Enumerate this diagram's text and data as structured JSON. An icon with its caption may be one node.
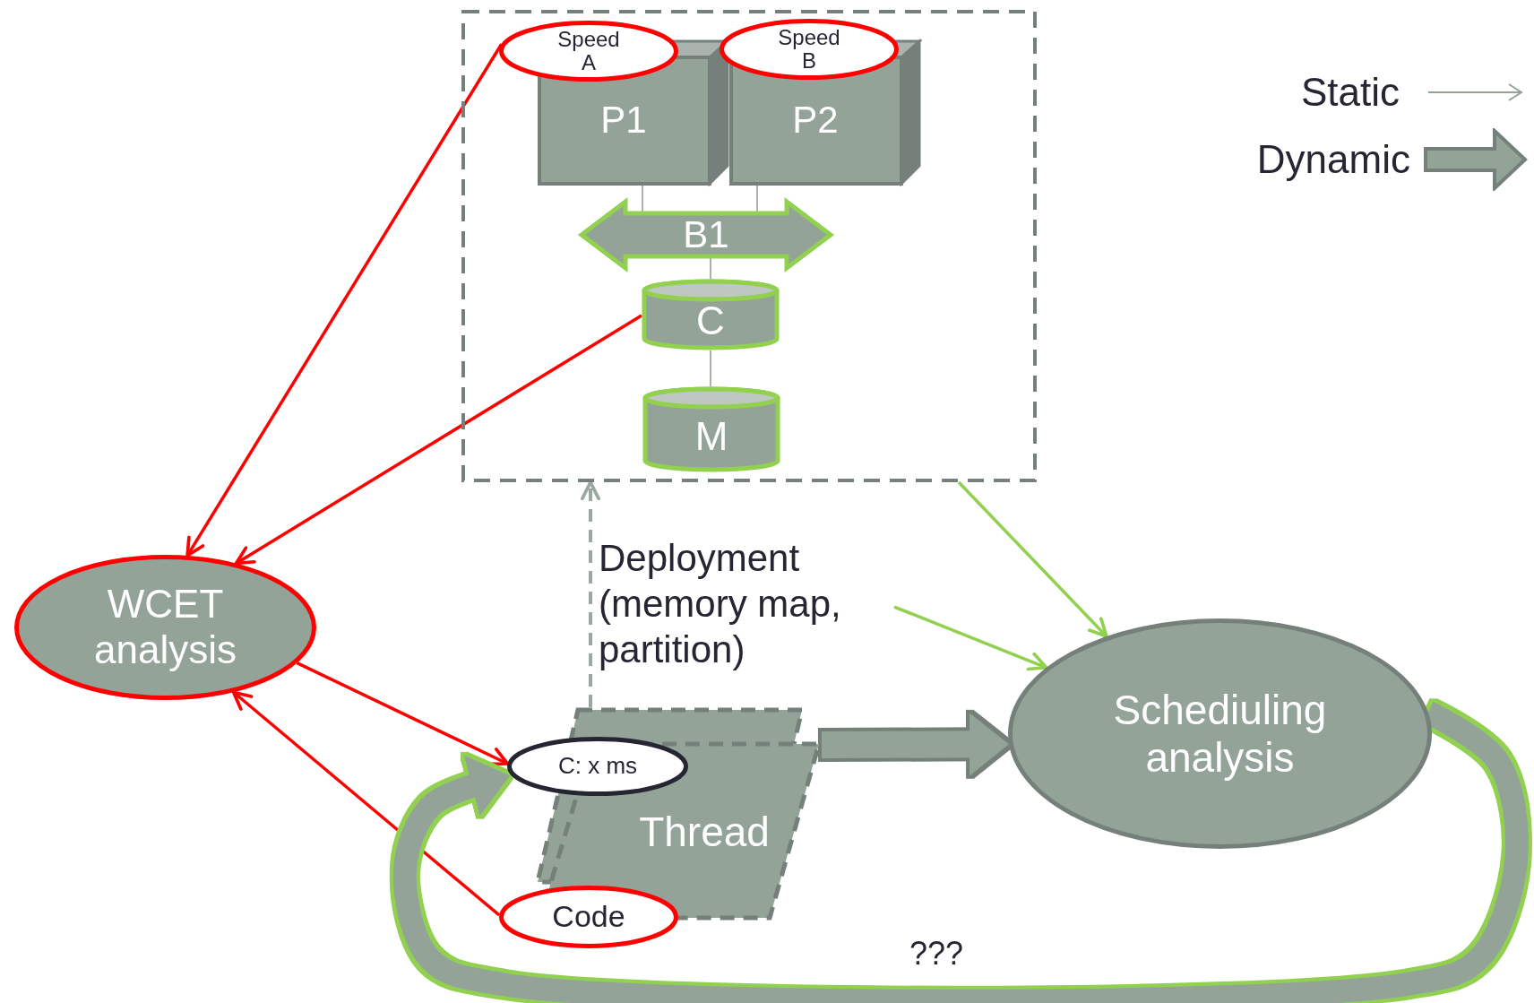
{
  "diagram": {
    "nodes": [
      {
        "text": [],
        "shape": "box"
      },
      {
        "text": [
          "P1"
        ],
        "in": 0
      },
      {
        "text": [
          "P2"
        ],
        "in": 0
      },
      {
        "text": [
          "Speed A"
        ],
        "in": 0
      },
      {
        "text": [
          "Speed B"
        ],
        "in": 0
      },
      {
        "text": [
          "B1"
        ],
        "in": 0
      },
      {
        "text": [
          "C"
        ],
        "in": 0
      },
      {
        "text": [
          "M"
        ],
        "in": 0
      },
      {
        "text": [
          "WCET analysis"
        ]
      },
      {
        "text": [
          "Deployment (memory map, partition)"
        ]
      },
      {
        "text": [
          "Thread"
        ]
      },
      {
        "text": [
          "C: x ms"
        ]
      },
      {
        "text": [
          "Code"
        ]
      },
      {
        "text": [
          "Schediuling analysis"
        ]
      }
    ],
    "edges": [
      {
        "from": 3,
        "to": 8,
        "arrow": "to",
        "color": "#ff0000"
      },
      {
        "from": 6,
        "to": 8,
        "arrow": "to",
        "color": "#ff0000"
      },
      {
        "from": 8,
        "to": 11,
        "arrow": "to",
        "color": "#ff0000"
      },
      {
        "from": 12,
        "to": 8,
        "arrow": "to",
        "color": "#ff0000"
      },
      {
        "from": 1,
        "to": 5,
        "arrow": "none",
        "color": "#8c9a91"
      },
      {
        "from": 2,
        "to": 5,
        "arrow": "none",
        "color": "#8c9a91"
      },
      {
        "from": 5,
        "to": 6,
        "arrow": "none",
        "color": "#8c9a91"
      },
      {
        "from": 6,
        "to": 7,
        "arrow": "none",
        "color": "#8c9a91"
      },
      {
        "from": 10,
        "to": 0,
        "arrow": "to",
        "style": "dashed",
        "color": "#9aa89f"
      },
      {
        "from": 9,
        "to": 13,
        "arrow": "to",
        "color": "#92d050"
      },
      {
        "from": 0,
        "to": 13,
        "arrow": "to",
        "color": "#92d050"
      },
      {
        "from": 10,
        "to": 13,
        "arrow": "to",
        "style": "thick",
        "color": "#93a398"
      },
      {
        "from": 13,
        "to": 11,
        "arrow": "to",
        "style": "thick",
        "label": "???",
        "color": "#93a398"
      }
    ],
    "legend": [
      {
        "text": "Static"
      },
      {
        "text": "Dynamic"
      }
    ]
  }
}
